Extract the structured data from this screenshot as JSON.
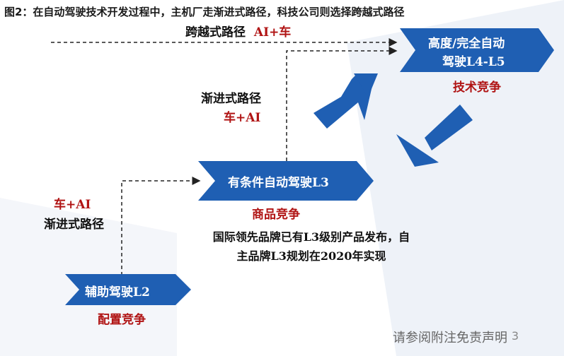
{
  "figure_title": "图2：在自动驾驶技术开发过程中，主机厂走渐进式路径，科技公司则选择跨越式路径",
  "top_path": {
    "label": "跨越式路径",
    "tag": "AI+车"
  },
  "middle_path": {
    "label": "渐进式路径",
    "tag": "车+AI"
  },
  "lower_path": {
    "tag": "车+AI",
    "label": "渐进式路径"
  },
  "stages": [
    {
      "line1": "高度/完全自动",
      "line2": "驾驶L4-L5",
      "competition": "技术竞争"
    },
    {
      "line1": "有条件自动驾驶L3",
      "competition": "商品竞争"
    },
    {
      "line1": "辅助驾驶L2",
      "competition": "配置竞争"
    }
  ],
  "note": "国际领先品牌已有L3级别产品发布，自主品牌L3规划在2020年实现",
  "footer": "请参阅附注免责声明",
  "page_number": "3",
  "colors": {
    "chevron": "#1f5fb3",
    "accent_red": "#b01313"
  }
}
